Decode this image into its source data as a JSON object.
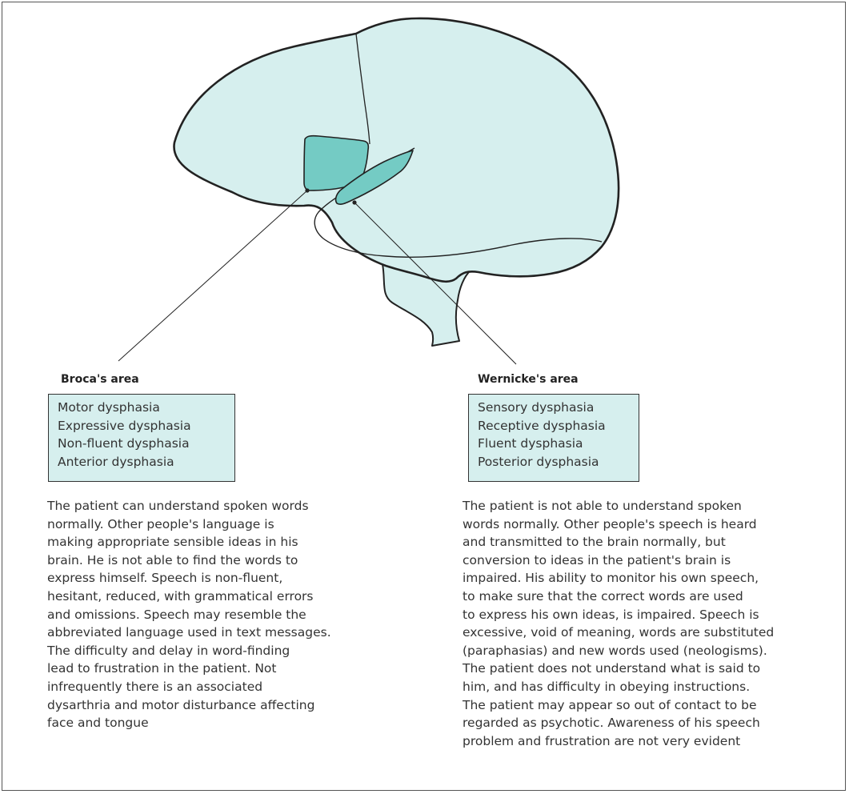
{
  "colors": {
    "brain_fill": "#d6efee",
    "highlight_fill": "#74cbc4",
    "outline": "#222222",
    "box_fill": "#d6efee"
  },
  "broca": {
    "title": "Broca's area",
    "synonyms": [
      "Motor dysphasia",
      "Expressive dysphasia",
      "Non-fluent dysphasia",
      "Anterior dysphasia"
    ],
    "description_lines": [
      "The patient can understand spoken words",
      "normally. Other people's language is",
      "making appropriate sensible ideas in his",
      "brain. He is not able to find the words to",
      "express himself. Speech is non-fluent,",
      "hesitant, reduced, with grammatical errors",
      "and omissions. Speech may resemble the",
      "abbreviated language used in text messages.",
      "The difficulty and delay in word-finding",
      "lead to frustration in the patient. Not",
      "infrequently there is an associated",
      "dysarthria and motor disturbance affecting",
      "face and tongue"
    ]
  },
  "wernicke": {
    "title": "Wernicke's area",
    "synonyms": [
      "Sensory dysphasia",
      "Receptive dysphasia",
      "Fluent dysphasia",
      "Posterior dysphasia"
    ],
    "description_lines": [
      "The patient is not able to understand spoken",
      "words normally. Other people's speech is heard",
      "and transmitted to the brain normally, but",
      "conversion to ideas in the patient's brain is",
      "impaired. His ability to monitor his own speech,",
      "to make sure that the correct words are used",
      "to express his own ideas, is impaired. Speech is",
      "excessive, void of meaning, words are substituted",
      "(paraphasias) and new words used (neologisms).",
      "The patient does not understand what is said to",
      "him, and has difficulty in obeying instructions.",
      "The patient may appear so out of contact to be",
      "regarded as psychotic. Awareness of his speech",
      "problem and frustration are not very evident"
    ]
  }
}
